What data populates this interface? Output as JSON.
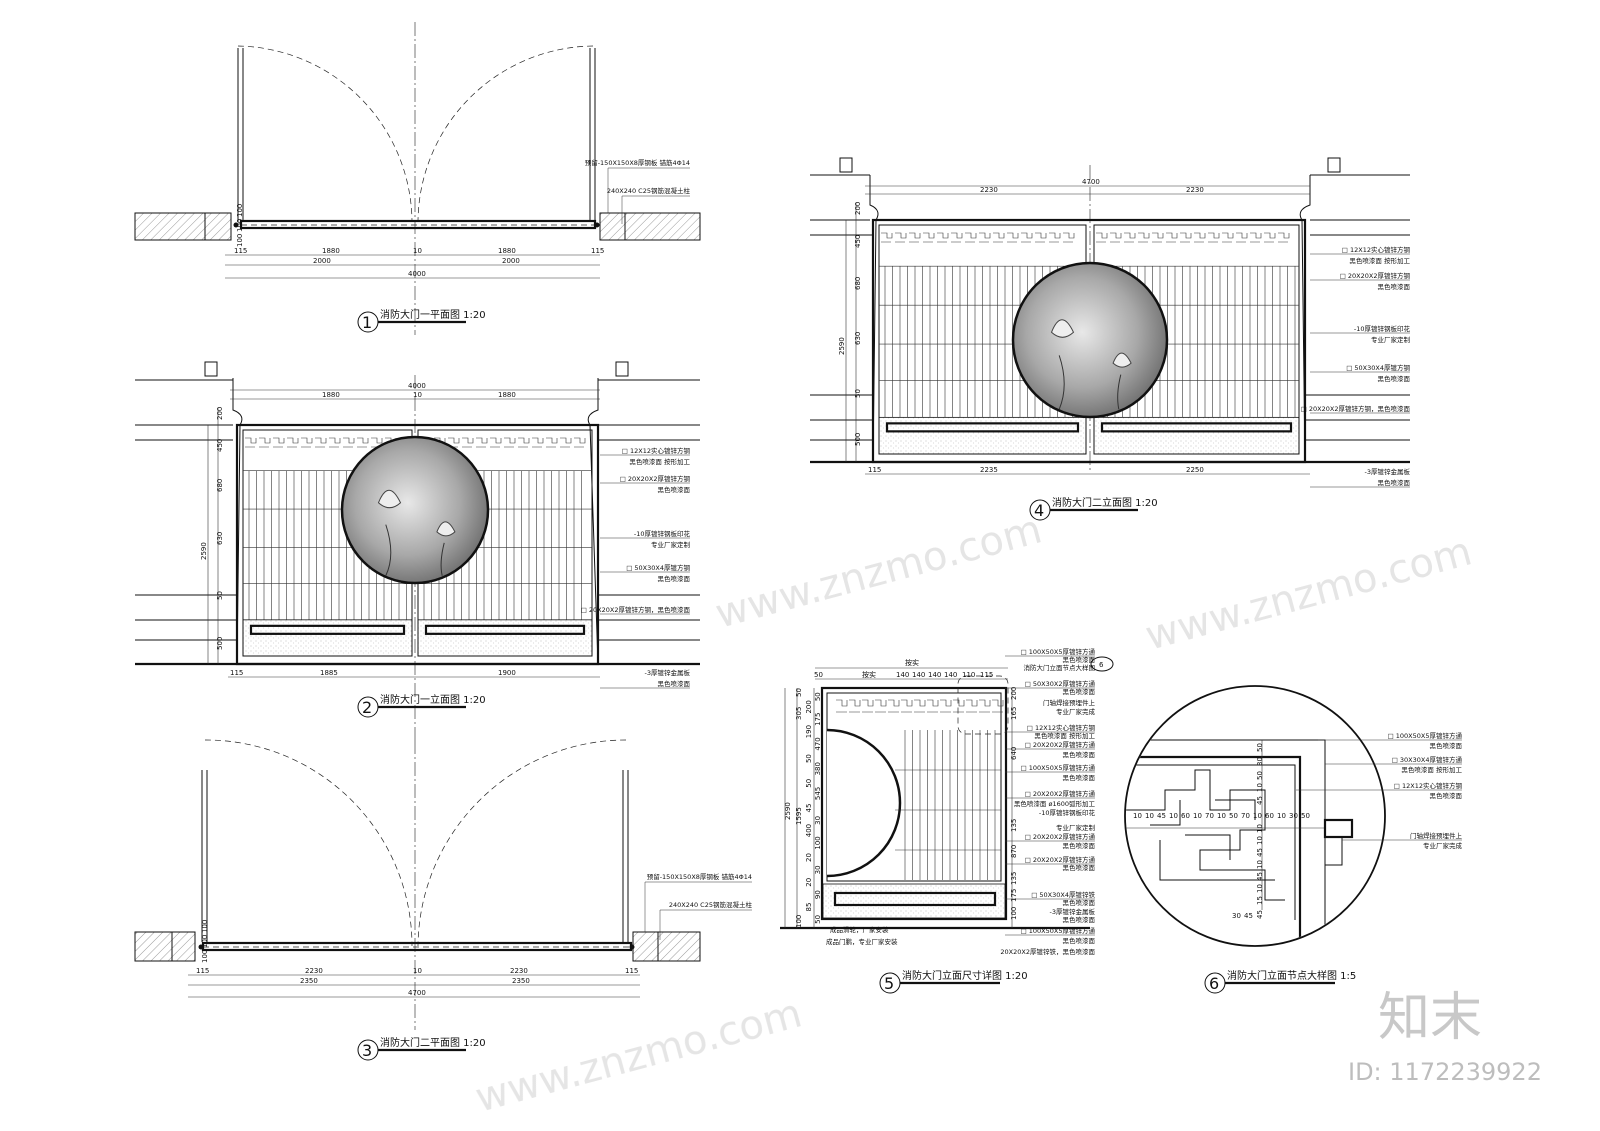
{
  "views": {
    "v1": {
      "number": "1",
      "title": "消防大门一平面图 1:20",
      "note1": "预留-150X150X8厚钢板 锚筋4Φ14",
      "note2": "240X240 C25钢筋混凝土柱",
      "dims_row1": [
        "115",
        "1880",
        "10",
        "1880",
        "115"
      ],
      "dims_row2": [
        "2000",
        "2000"
      ],
      "dims_total": "4000",
      "dims_side": [
        "100",
        "100",
        "100"
      ]
    },
    "v2": {
      "number": "2",
      "title": "消防大门一立面图 1:20",
      "top_total": "4000",
      "top_dims": [
        "1880",
        "10",
        "1880"
      ],
      "bottom_dims": [
        "115",
        "1885",
        "1900"
      ],
      "left_dims": [
        "200",
        "450",
        "680",
        "630",
        "2590",
        "50",
        "500"
      ],
      "notes": [
        "□ 12X12实心镀锌方钢",
        "黑色喷漆面 按形加工",
        "□ 20X20X2厚镀锌方钢",
        "黑色喷漆面",
        "-10厚镀锌钢板印花",
        "专业厂家定制",
        "□ 50X30X4厚镀方钢",
        "黑色喷漆面",
        "□ 20X20X2厚镀锌方钢，黑色喷漆面",
        "-3厚镀锌金属板",
        "黑色喷漆面"
      ]
    },
    "v3": {
      "number": "3",
      "title": "消防大门二平面图 1:20",
      "note1": "预留-150X150X8厚钢板 锚筋4Φ14",
      "note2": "240X240 C25钢筋混凝土柱",
      "dims_row1": [
        "115",
        "2230",
        "10",
        "2230",
        "115"
      ],
      "dims_row2": [
        "2350",
        "2350"
      ],
      "dims_total": "4700",
      "dims_side": [
        "100",
        "100",
        "100"
      ]
    },
    "v4": {
      "number": "4",
      "title": "消防大门二立面图 1:20",
      "top_total": "4700",
      "top_dims": [
        "2230",
        "2230"
      ],
      "bottom_dims": [
        "115",
        "2235",
        "2250"
      ],
      "left_dims": [
        "200",
        "450",
        "680",
        "630",
        "2590",
        "50",
        "500"
      ],
      "notes": [
        "□ 12X12实心镀锌方钢",
        "黑色喷漆面 按形加工",
        "□ 20X20X2厚镀锌方钢",
        "黑色喷漆面",
        "-10厚镀锌钢板印花",
        "专业厂家定制",
        "□ 50X30X4厚镀方钢",
        "黑色喷漆面",
        "□ 20X20X2厚镀锌方钢，黑色喷漆面",
        "-3厚镀锌金属板",
        "黑色喷漆面"
      ]
    },
    "v5": {
      "number": "5",
      "title": "消防大门立面尺寸详图 1:20",
      "top_label1": "按实",
      "top_label2": "按实",
      "top_dims": [
        "50",
        "140",
        "140",
        "140",
        "140",
        "110",
        "115"
      ],
      "left_outer": [
        "50",
        "305",
        "2590",
        "100"
      ],
      "left_inner": [
        "50",
        "200",
        "175",
        "190",
        "470",
        "50",
        "380",
        "50",
        "545",
        "45",
        "30",
        "400",
        "100",
        "20",
        "30",
        "20",
        "90",
        "85",
        "50",
        "1595"
      ],
      "right_dims": [
        "200",
        "165",
        "640",
        "135",
        "870",
        "135",
        "175",
        "100"
      ],
      "bottom_notes": [
        "成品滑轮，厂家安装",
        "成品门鹏，专业厂家安装",
        "20X20X2厚镀锌铁，黑色喷漆面"
      ],
      "callout": "6",
      "notes": [
        "□ 100X50X5厚镀锌方通",
        "黑色喷漆面",
        "消防大门立面节点大样图",
        "□ 50X30X2厚镀锌方通",
        "黑色喷漆面",
        "门轴焊接预埋件上",
        "专业厂家完成",
        "□ 12X12实心镀锌方钢",
        "黑色喷漆面 按形加工",
        "□ 20X20X2厚镀锌方通",
        "黑色喷漆面",
        "□ 100X50X5厚镀锌方通",
        "黑色喷漆面",
        "□ 20X20X2厚镀锌方通",
        "黑色喷漆面 ø1600弧形加工",
        "-10厚镀锌钢板印花",
        "专业厂家定制",
        "□ 20X20X2厚镀锌方通",
        "黑色喷漆面",
        "□ 20X20X2厚镀锌方通",
        "黑色喷漆面",
        "□ 50X30X4厚镀锌铁",
        "黑色喷漆面",
        "-3厚镀锌金属板",
        "黑色喷漆面",
        "□ 100X50X5厚镀锌方通",
        "黑色喷漆面"
      ]
    },
    "v6": {
      "number": "6",
      "title": "消防大门立面节点大样图 1:5",
      "h_dims": [
        "10",
        "10",
        "45",
        "10",
        "60",
        "10",
        "70",
        "10",
        "50",
        "70",
        "10",
        "60",
        "10",
        "30",
        "50"
      ],
      "v_dims": [
        "50",
        "30",
        "50",
        "10",
        "45",
        "10",
        "10",
        "45",
        "10",
        "45",
        "10",
        "15",
        "45"
      ],
      "b_dims": [
        "30",
        "45"
      ],
      "notes": [
        "□ 100X50X5厚镀锌方通",
        "黑色喷漆面",
        "□ 30X30X4厚镀锌方通",
        "黑色喷漆面 按形加工",
        "□ 12X12实心镀锌方钢",
        "黑色喷漆面",
        "门轴焊接预埋件上",
        "专业厂家完成"
      ]
    }
  },
  "watermark": {
    "logo": "知末",
    "id": "ID: 1172239922",
    "site": "www.znzmo.com"
  }
}
